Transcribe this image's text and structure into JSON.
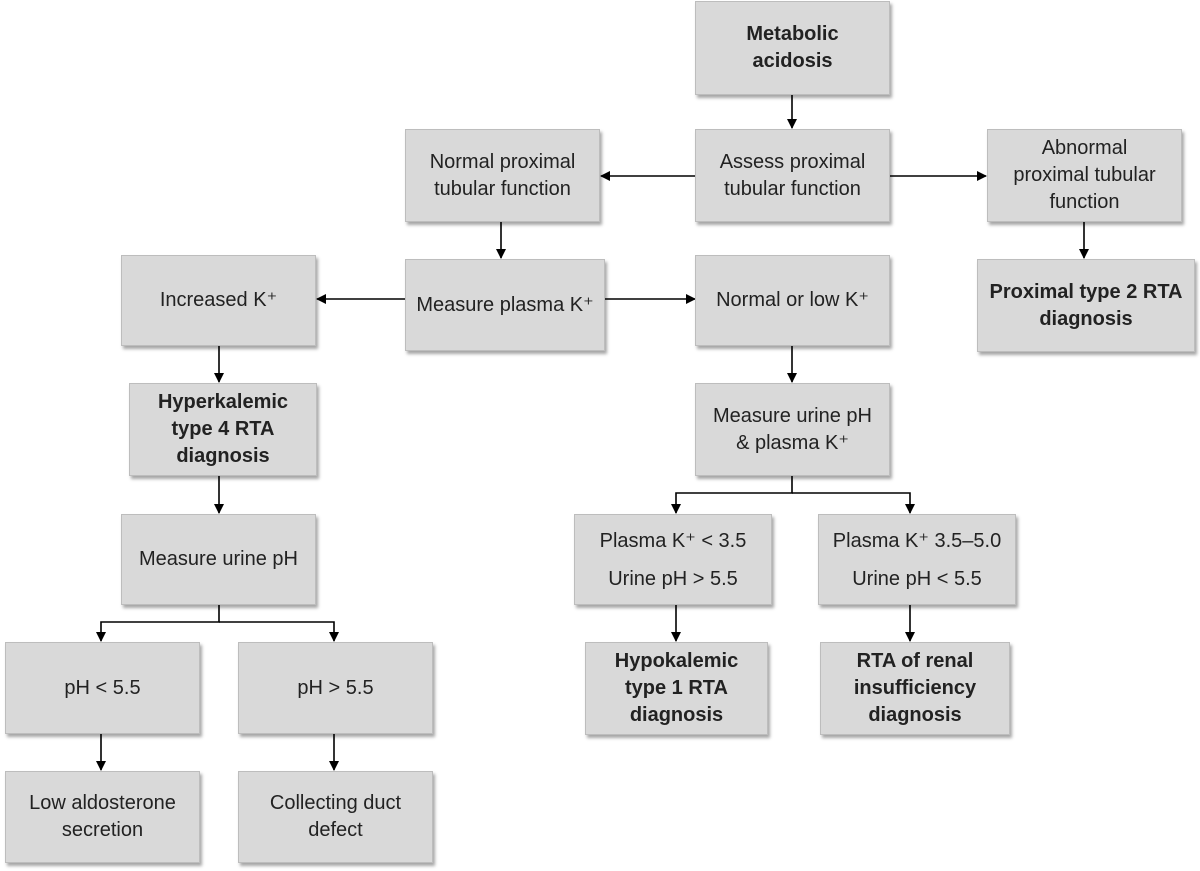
{
  "nodes": {
    "metabolic_acidosis": [
      "Metabolic",
      "acidosis"
    ],
    "assess_proximal": [
      "Assess proximal",
      "tubular function"
    ],
    "normal_proximal": [
      "Normal proximal",
      "tubular function"
    ],
    "abnormal_proximal": [
      "Abnormal",
      "proximal tubular",
      "function"
    ],
    "proximal_type2": [
      "Proximal type 2 RTA",
      "diagnosis"
    ],
    "measure_plasma_k": [
      "Measure plasma K⁺"
    ],
    "increased_k": [
      "Increased  K⁺"
    ],
    "normal_low_k": [
      "Normal or low K⁺"
    ],
    "hyperkalemic_type4": [
      "Hyperkalemic",
      "type 4 RTA",
      "diagnosis"
    ],
    "measure_urine_ph_left": [
      "Measure urine pH"
    ],
    "ph_lt": [
      "pH < 5.5"
    ],
    "ph_gt": [
      "pH > 5.5"
    ],
    "low_aldosterone": [
      "Low aldosterone",
      "secretion"
    ],
    "collecting_duct": [
      "Collecting duct",
      "defect"
    ],
    "measure_urine_ph_k": [
      "Measure urine pH",
      "& plasma K⁺"
    ],
    "plasma_k_lt": [
      "Plasma K⁺ < 3.5",
      "Urine pH > 5.5"
    ],
    "plasma_k_mid": [
      "Plasma K⁺ 3.5–5.0",
      "Urine pH < 5.5"
    ],
    "hypokalemic_type1": [
      "Hypokalemic",
      "type 1 RTA",
      "diagnosis"
    ],
    "rta_renal": [
      "RTA of renal",
      "insufficiency",
      "diagnosis"
    ]
  }
}
